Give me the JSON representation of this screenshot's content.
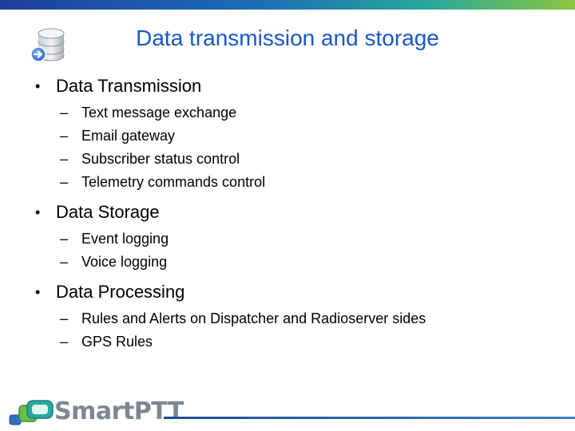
{
  "slide": {
    "title": "Data transmission and storage",
    "bullet_glyph": "•",
    "dash_glyph": "–"
  },
  "sections": [
    {
      "heading": "Data Transmission",
      "items": [
        "Text message exchange",
        "Email gateway",
        "Subscriber status control",
        "Telemetry commands control"
      ]
    },
    {
      "heading": "Data Storage",
      "items": [
        "Event logging",
        "Voice logging"
      ]
    },
    {
      "heading": "Data Processing",
      "items": [
        "Rules and Alerts on Dispatcher and Radioserver sides",
        "GPS Rules"
      ]
    }
  ],
  "footer": {
    "logo_text": "SmartPTT",
    "logo_icon": "smartptt-logo-icon"
  },
  "icons": {
    "header": "database-arrow-icon"
  },
  "colors": {
    "title": "#1a56c4",
    "accent_blue": "#1f3f9a",
    "accent_green": "#8cc63f"
  }
}
